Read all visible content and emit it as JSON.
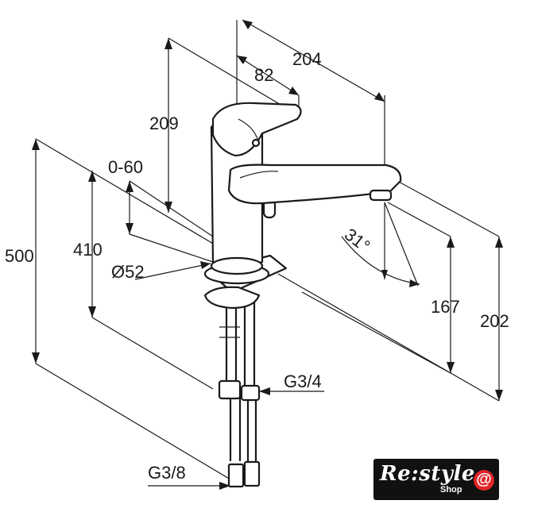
{
  "dimensions": {
    "overall_length": "204",
    "lever_length": "82",
    "lever_height": "209",
    "deck_thickness": "0-60",
    "total_height": "500",
    "spout_height_over_deck": "410",
    "base_diameter": "Ø52",
    "spray_angle": "31°",
    "outlet_height": "167",
    "spout_height": "202",
    "hose_thread_lower": "G3/4",
    "hose_thread_upper": "G3/8"
  },
  "logo": {
    "name": "Re:style",
    "sub": "Shop",
    "symbol": "@",
    "accent_color": "#e0262a"
  }
}
